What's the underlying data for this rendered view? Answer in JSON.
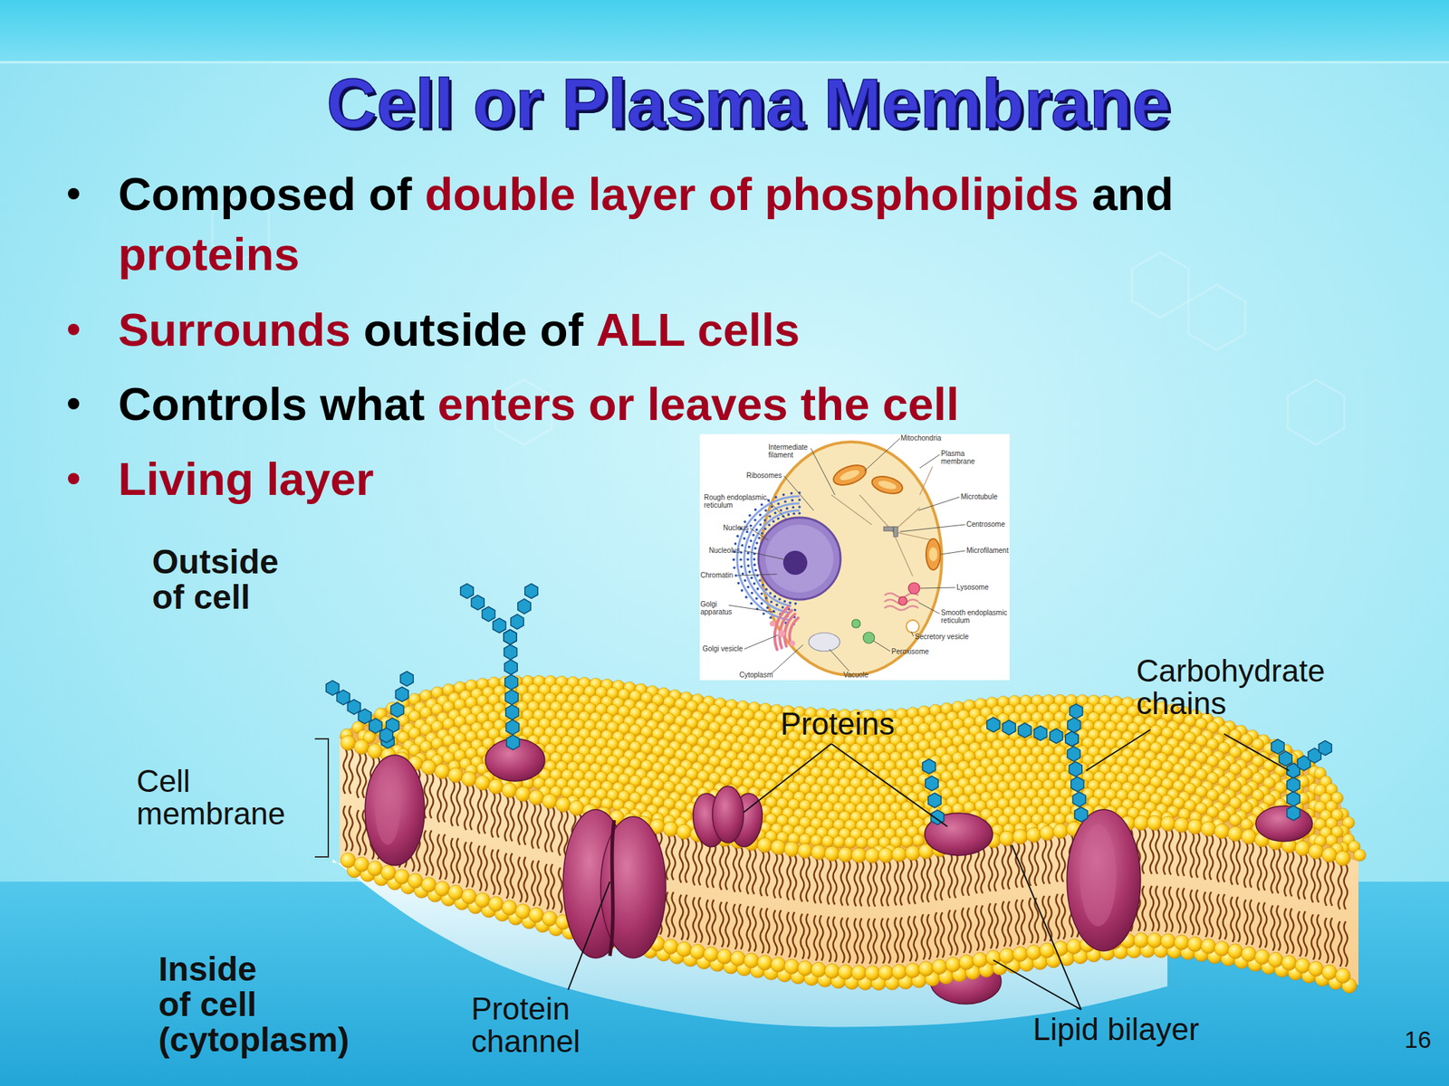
{
  "diagram": {
    "title": "Cell or Plasma Membrane",
    "labels": [
      "Composed of",
      "double layer of phospholipids",
      "and",
      "proteins",
      "Surrounds",
      "outside of",
      "ALL cells",
      "Controls what",
      "enters or leaves the cell",
      "Living layer",
      "Mitochondria",
      "Intermediate filament",
      "Plasma membrane",
      "Ribosomes",
      "Microtubule",
      "Rough endoplasmic reticulum",
      "Nucleus",
      "Centrosome",
      "Nucleolus",
      "Microfilament",
      "Chromatin",
      "Lysosome",
      "Golgi apparatus",
      "Smooth endoplasmic reticulum",
      "Secretory vesicle",
      "Golgi vesicle",
      "Peroxisome",
      "Cytoplasm",
      "Vacuole",
      "Outside of cell",
      "Carbohydrate chains",
      "Proteins",
      "Cell membrane",
      "Inside of cell (cytoplasm)",
      "Protein channel",
      "Lipid bilayer",
      "16"
    ]
  }
}
